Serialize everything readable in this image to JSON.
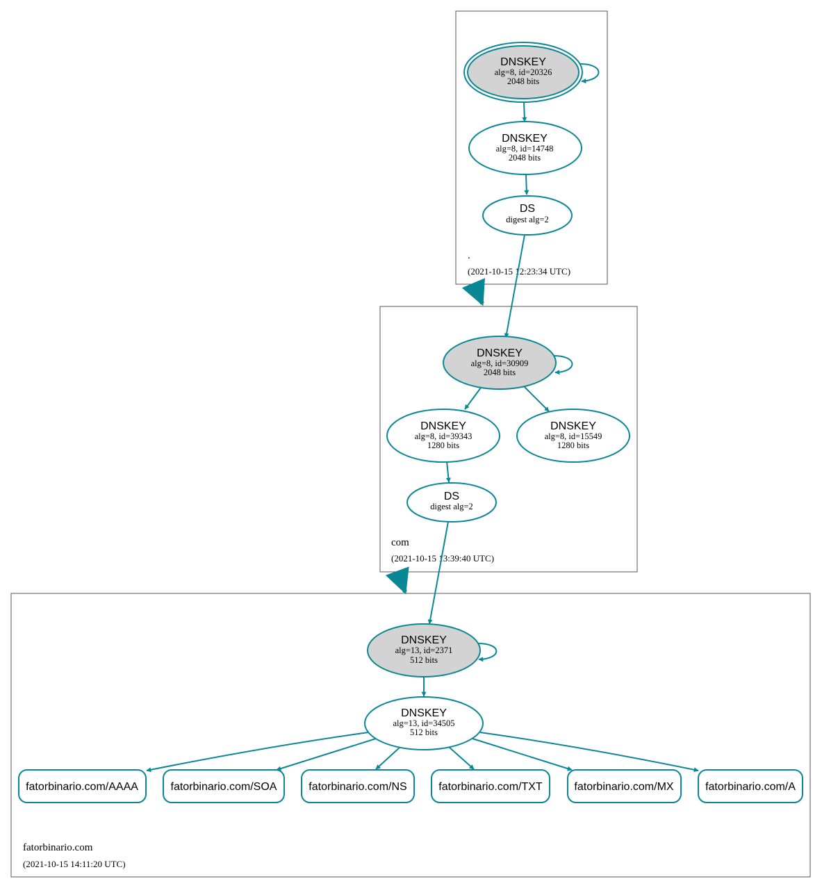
{
  "colors": {
    "edge": "#0a8794",
    "sep_fill": "#d3d3d3",
    "zone_border": "#555555"
  },
  "zones": {
    "root": {
      "name": ".",
      "timestamp": "(2021-10-15 12:23:34 UTC)"
    },
    "com": {
      "name": "com",
      "timestamp": "(2021-10-15 13:39:40 UTC)"
    },
    "fatorbinario": {
      "name": "fatorbinario.com",
      "timestamp": "(2021-10-15 14:11:20 UTC)"
    }
  },
  "nodes": {
    "root_ksk": {
      "type": "DNSKEY",
      "info": "alg=8, id=20326",
      "bits": "2048 bits"
    },
    "root_zsk": {
      "type": "DNSKEY",
      "info": "alg=8, id=14748",
      "bits": "2048 bits"
    },
    "root_ds": {
      "type": "DS",
      "info": "digest alg=2"
    },
    "com_ksk": {
      "type": "DNSKEY",
      "info": "alg=8, id=30909",
      "bits": "2048 bits"
    },
    "com_zsk1": {
      "type": "DNSKEY",
      "info": "alg=8, id=39343",
      "bits": "1280 bits"
    },
    "com_zsk2": {
      "type": "DNSKEY",
      "info": "alg=8, id=15549",
      "bits": "1280 bits"
    },
    "com_ds": {
      "type": "DS",
      "info": "digest alg=2"
    },
    "fb_ksk": {
      "type": "DNSKEY",
      "info": "alg=13, id=2371",
      "bits": "512 bits"
    },
    "fb_zsk": {
      "type": "DNSKEY",
      "info": "alg=13, id=34505",
      "bits": "512 bits"
    }
  },
  "records": [
    "fatorbinario.com/AAAA",
    "fatorbinario.com/SOA",
    "fatorbinario.com/NS",
    "fatorbinario.com/TXT",
    "fatorbinario.com/MX",
    "fatorbinario.com/A"
  ]
}
